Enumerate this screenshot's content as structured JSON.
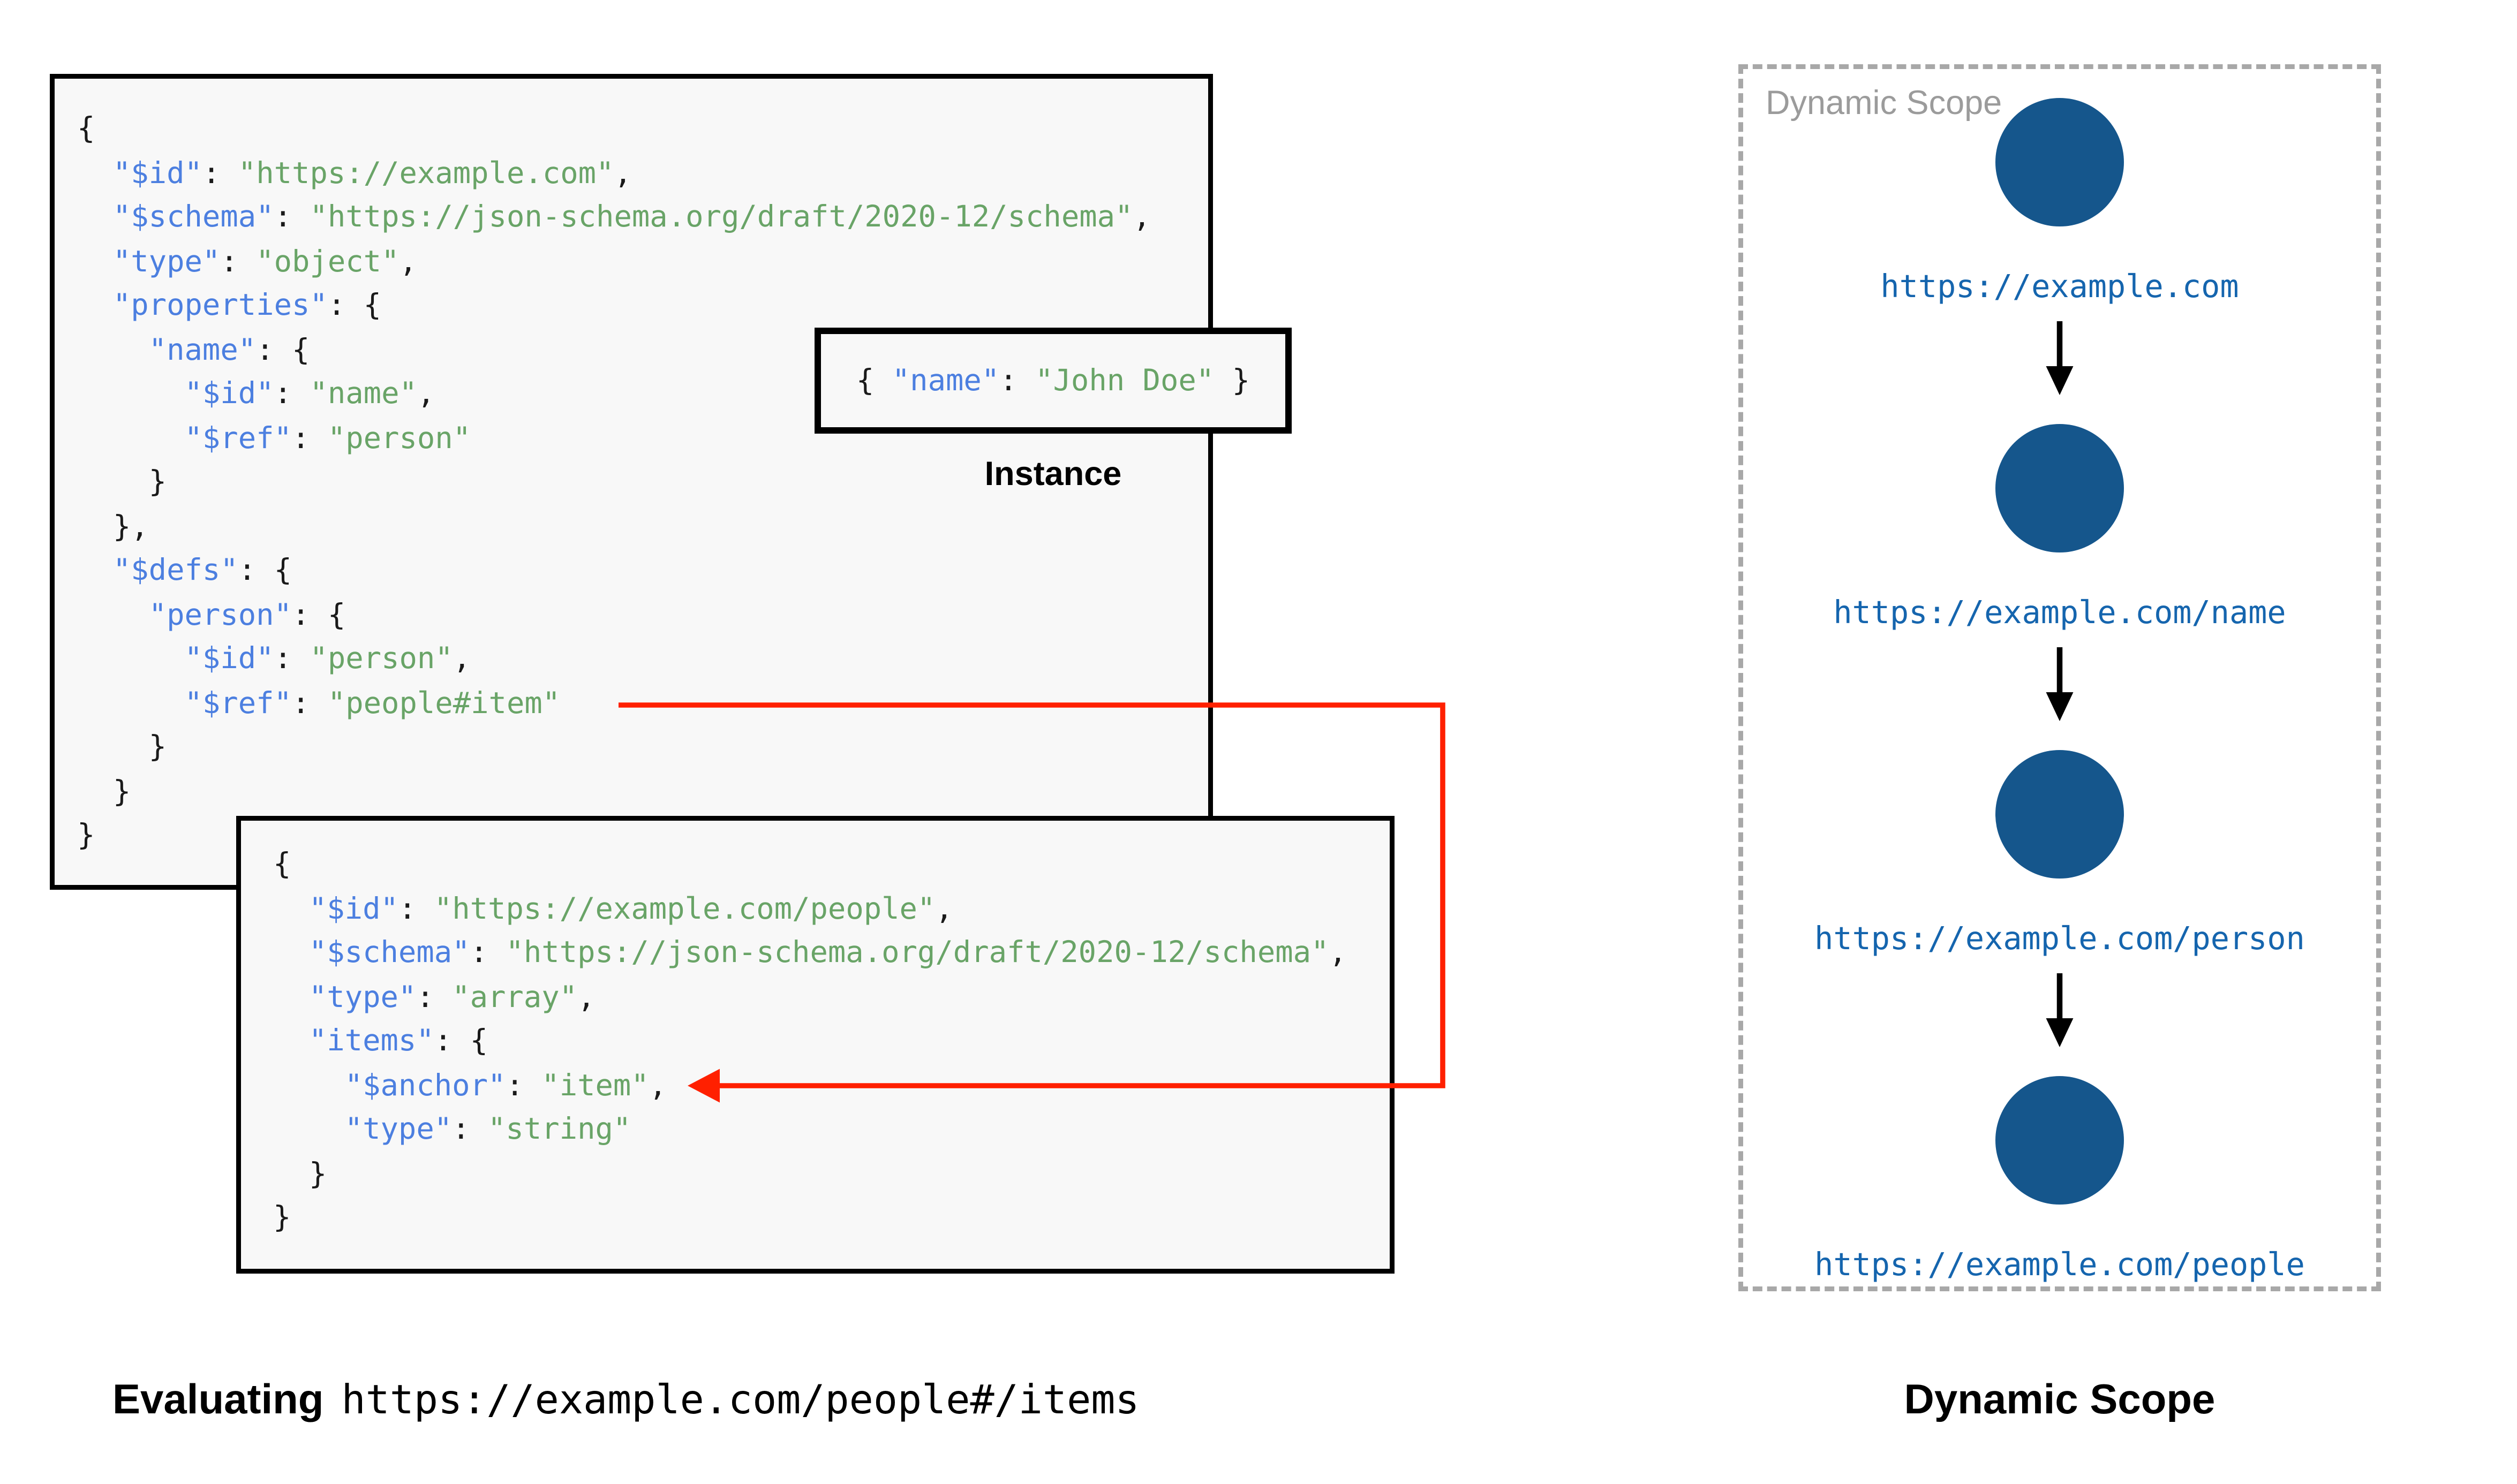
{
  "colors": {
    "key_blue": "#4C7FE0",
    "string_green": "#69A467",
    "punct_ink": "#1A1A1A",
    "red_arrow": "#FF2000",
    "node_blue": "#15568C",
    "node_label_blue": "#1565AE",
    "box_bg": "#F8F8F8",
    "border_ink": "#000000",
    "dash_gray": "#A8A8A8",
    "scope_title_gray": "#9B9B9B",
    "caption_ink": "#000000"
  },
  "schema_box": {
    "lines": [
      [
        {
          "t": "{",
          "c": "p"
        }
      ],
      [
        {
          "t": "  ",
          "c": "p"
        },
        {
          "t": "\"$id\"",
          "c": "k"
        },
        {
          "t": ": ",
          "c": "p"
        },
        {
          "t": "\"https://example.com\"",
          "c": "s"
        },
        {
          "t": ",",
          "c": "p"
        }
      ],
      [
        {
          "t": "  ",
          "c": "p"
        },
        {
          "t": "\"$schema\"",
          "c": "k"
        },
        {
          "t": ": ",
          "c": "p"
        },
        {
          "t": "\"https://json-schema.org/draft/2020-12/schema\"",
          "c": "s"
        },
        {
          "t": ",",
          "c": "p"
        }
      ],
      [
        {
          "t": "  ",
          "c": "p"
        },
        {
          "t": "\"type\"",
          "c": "k"
        },
        {
          "t": ": ",
          "c": "p"
        },
        {
          "t": "\"object\"",
          "c": "s"
        },
        {
          "t": ",",
          "c": "p"
        }
      ],
      [
        {
          "t": "  ",
          "c": "p"
        },
        {
          "t": "\"properties\"",
          "c": "k"
        },
        {
          "t": ": {",
          "c": "p"
        }
      ],
      [
        {
          "t": "    ",
          "c": "p"
        },
        {
          "t": "\"name\"",
          "c": "k"
        },
        {
          "t": ": {",
          "c": "p"
        }
      ],
      [
        {
          "t": "      ",
          "c": "p"
        },
        {
          "t": "\"$id\"",
          "c": "k"
        },
        {
          "t": ": ",
          "c": "p"
        },
        {
          "t": "\"name\"",
          "c": "s"
        },
        {
          "t": ",",
          "c": "p"
        }
      ],
      [
        {
          "t": "      ",
          "c": "p"
        },
        {
          "t": "\"$ref\"",
          "c": "k"
        },
        {
          "t": ": ",
          "c": "p"
        },
        {
          "t": "\"person\"",
          "c": "s"
        }
      ],
      [
        {
          "t": "    }",
          "c": "p"
        }
      ],
      [
        {
          "t": "  },",
          "c": "p"
        }
      ],
      [
        {
          "t": "  ",
          "c": "p"
        },
        {
          "t": "\"$defs\"",
          "c": "k"
        },
        {
          "t": ": {",
          "c": "p"
        }
      ],
      [
        {
          "t": "    ",
          "c": "p"
        },
        {
          "t": "\"person\"",
          "c": "k"
        },
        {
          "t": ": {",
          "c": "p"
        }
      ],
      [
        {
          "t": "      ",
          "c": "p"
        },
        {
          "t": "\"$id\"",
          "c": "k"
        },
        {
          "t": ": ",
          "c": "p"
        },
        {
          "t": "\"person\"",
          "c": "s"
        },
        {
          "t": ",",
          "c": "p"
        }
      ],
      [
        {
          "t": "      ",
          "c": "p"
        },
        {
          "t": "\"$ref\"",
          "c": "k"
        },
        {
          "t": ": ",
          "c": "p"
        },
        {
          "t": "\"people#item\"",
          "c": "s"
        }
      ],
      [
        {
          "t": "    }",
          "c": "p"
        }
      ],
      [
        {
          "t": "  }",
          "c": "p"
        }
      ],
      [
        {
          "t": "}",
          "c": "p"
        }
      ]
    ]
  },
  "people_box": {
    "lines": [
      [
        {
          "t": "{",
          "c": "p"
        }
      ],
      [
        {
          "t": "  ",
          "c": "p"
        },
        {
          "t": "\"$id\"",
          "c": "k"
        },
        {
          "t": ": ",
          "c": "p"
        },
        {
          "t": "\"https://example.com/people\"",
          "c": "s"
        },
        {
          "t": ",",
          "c": "p"
        }
      ],
      [
        {
          "t": "  ",
          "c": "p"
        },
        {
          "t": "\"$schema\"",
          "c": "k"
        },
        {
          "t": ": ",
          "c": "p"
        },
        {
          "t": "\"https://json-schema.org/draft/2020-12/schema\"",
          "c": "s"
        },
        {
          "t": ",",
          "c": "p"
        }
      ],
      [
        {
          "t": "  ",
          "c": "p"
        },
        {
          "t": "\"type\"",
          "c": "k"
        },
        {
          "t": ": ",
          "c": "p"
        },
        {
          "t": "\"array\"",
          "c": "s"
        },
        {
          "t": ",",
          "c": "p"
        }
      ],
      [
        {
          "t": "  ",
          "c": "p"
        },
        {
          "t": "\"items\"",
          "c": "k"
        },
        {
          "t": ": {",
          "c": "p"
        }
      ],
      [
        {
          "t": "    ",
          "c": "p"
        },
        {
          "t": "\"$anchor\"",
          "c": "k"
        },
        {
          "t": ": ",
          "c": "p"
        },
        {
          "t": "\"item\"",
          "c": "s"
        },
        {
          "t": ",",
          "c": "p"
        }
      ],
      [
        {
          "t": "    ",
          "c": "p"
        },
        {
          "t": "\"type\"",
          "c": "k"
        },
        {
          "t": ": ",
          "c": "p"
        },
        {
          "t": "\"string\"",
          "c": "s"
        }
      ],
      [
        {
          "t": "  }",
          "c": "p"
        }
      ],
      [
        {
          "t": "}",
          "c": "p"
        }
      ]
    ]
  },
  "instance_box": {
    "label": "Instance",
    "segments": [
      {
        "t": "{ ",
        "c": "p"
      },
      {
        "t": "\"name\"",
        "c": "k"
      },
      {
        "t": ": ",
        "c": "p"
      },
      {
        "t": "\"John Doe\"",
        "c": "s"
      },
      {
        "t": " }",
        "c": "p"
      }
    ]
  },
  "dynamic_scope_panel": {
    "title": "Dynamic Scope",
    "nodes": [
      "https://example.com",
      "https://example.com/name",
      "https://example.com/person",
      "https://example.com/people"
    ]
  },
  "captions": {
    "evaluating_bold": "Evaluating",
    "evaluating_uri": "https://example.com/people#/items",
    "right_caption": "Dynamic Scope"
  }
}
